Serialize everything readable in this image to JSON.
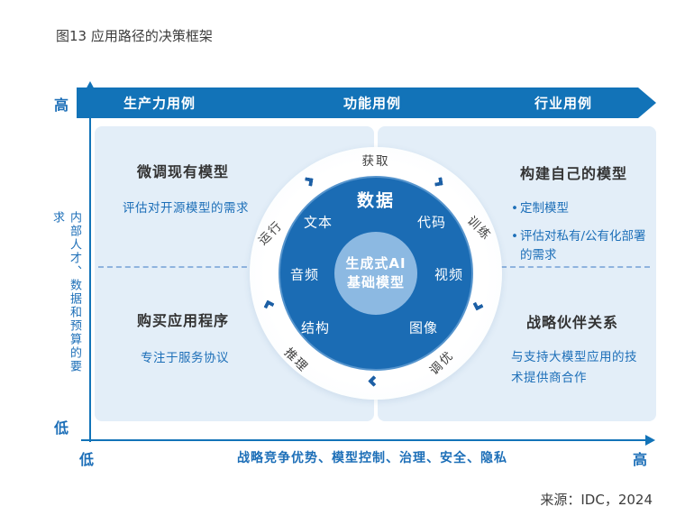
{
  "figure": {
    "title": "图13 应用路径的决策框架",
    "source": "来源：IDC，2024"
  },
  "banner": {
    "items": [
      {
        "label": "生产力用例"
      },
      {
        "label": "功能用例"
      },
      {
        "label": "行业用例"
      }
    ]
  },
  "y_axis": {
    "high_label": "高",
    "low_label": "低",
    "title": "内部人才、数据和预算的要求"
  },
  "x_axis": {
    "low_label": "低",
    "high_label": "高",
    "title": "战略竞争优势、模型控制、治理、安全、隐私"
  },
  "quadrants": {
    "top_left": {
      "heading": "微调现有模型",
      "note": "评估对开源模型的需求"
    },
    "top_right": {
      "heading": "构建自己的模型",
      "bullet_char": "•",
      "bullets": [
        "定制模型",
        "评估对私有/公有化部署的需求"
      ]
    },
    "bottom_left": {
      "heading": "购买应用程序",
      "note": "专注于服务协议"
    },
    "bottom_right": {
      "heading": "战略伙伴关系",
      "note": "与支持大模型应用的技术提供商合作"
    }
  },
  "lifecycle": {
    "stages": [
      "获取",
      "训练",
      "调优",
      "推理",
      "运行"
    ],
    "data_ring": {
      "title": "数据",
      "items": [
        "文本",
        "代码",
        "音频",
        "视频",
        "结构",
        "图像"
      ]
    },
    "core": {
      "line1": "生成式AI",
      "line2": "基础模型"
    }
  },
  "colors": {
    "primary_blue": "#1273b8",
    "dark_ring_blue": "#1b6cb4",
    "core_circle_blue": "#8cb9e2",
    "panel_background": "#e3eef8",
    "accent_text_blue": "#1d6fb8",
    "dark_text": "#3d3d3d",
    "chevron_blue": "#1c5fa5"
  }
}
